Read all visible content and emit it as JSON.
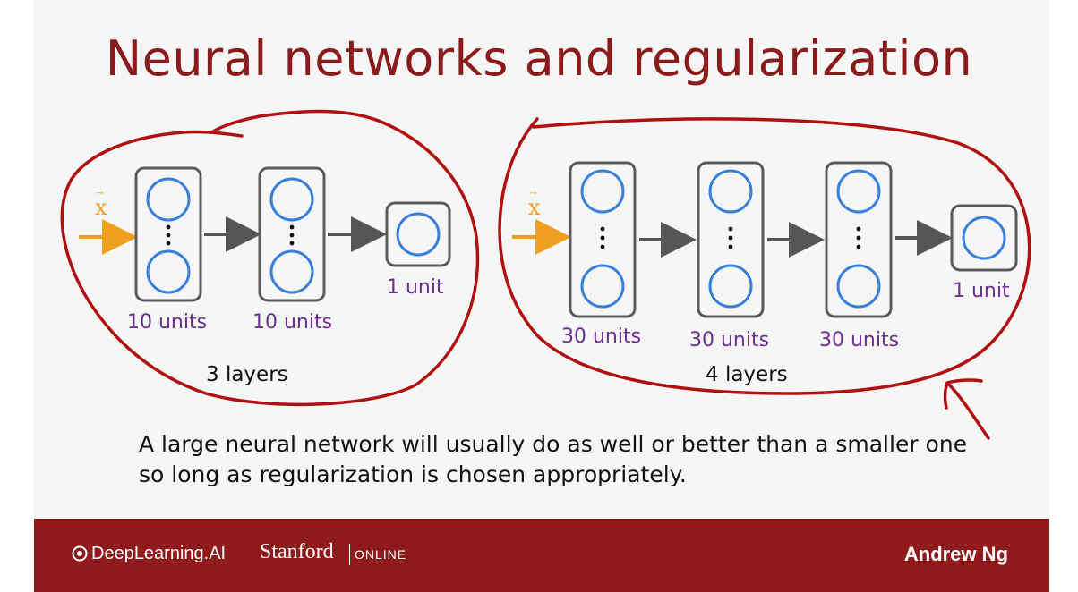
{
  "title": "Neural networks and regularization",
  "left_network": {
    "input": "x",
    "layers": [
      "10 units",
      "10 units",
      "1 unit"
    ],
    "caption": "3 layers"
  },
  "right_network": {
    "input": "x",
    "layers": [
      "30 units",
      "30 units",
      "30 units",
      "1 unit"
    ],
    "caption": "4 layers"
  },
  "body_text": "A large neural network will usually do as well or better than a smaller one so long as regularization is chosen appropriately.",
  "footer": {
    "brand": "DeepLearning.AI",
    "partner": "Stanford",
    "partner_suffix": "ONLINE",
    "author": "Andrew Ng"
  },
  "colors": {
    "title": "#8b1a1a",
    "footer_bg": "#8f1a1b",
    "annotation": "#b01010",
    "neuron": "#3a7fd9",
    "input_arrow": "#f0a020",
    "unit_label": "#6b2e91"
  }
}
